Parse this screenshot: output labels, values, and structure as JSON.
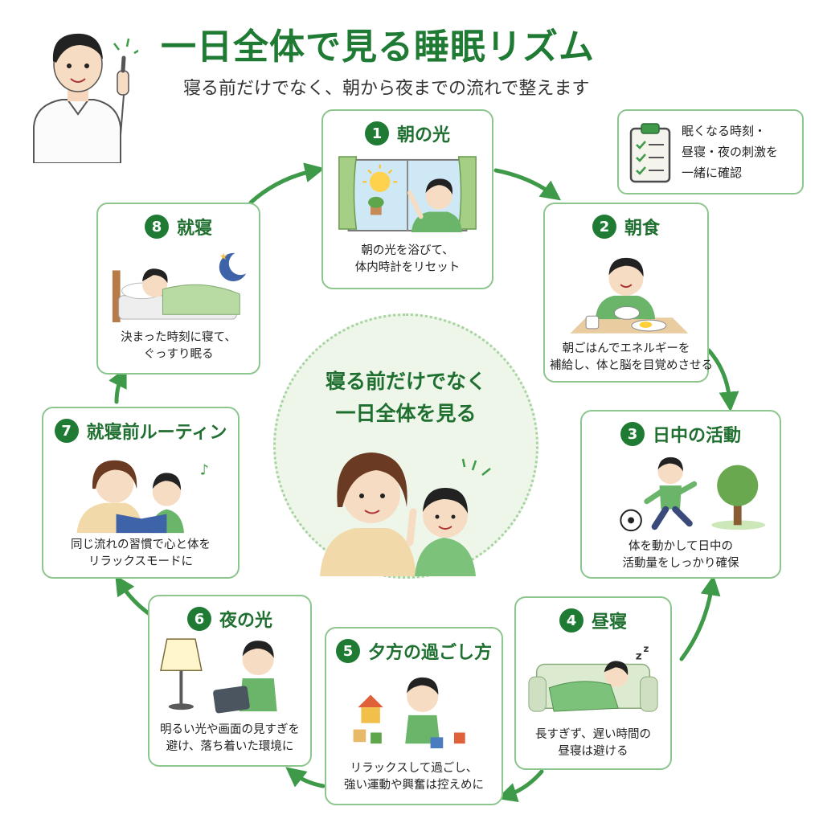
{
  "header": {
    "title": "一日全体で見る睡眠リズム",
    "subtitle": "寝る前だけでなく、朝から夜までの流れで整えます"
  },
  "note": {
    "lines": [
      "眠くなる時刻・",
      "昼寝・夜の刺激を",
      "一緒に確認"
    ],
    "icon": "clipboard-check-icon"
  },
  "center": {
    "lines": [
      "寝る前だけでなく",
      "一日全体を見る"
    ]
  },
  "steps": [
    {
      "num": "1",
      "title": "朝の光",
      "desc": [
        "朝の光を浴びて、",
        "体内時計をリセット"
      ]
    },
    {
      "num": "2",
      "title": "朝食",
      "desc": [
        "朝ごはんでエネルギーを",
        "補給し、体と脳を目覚めさせる"
      ]
    },
    {
      "num": "3",
      "title": "日中の活動",
      "desc": [
        "体を動かして日中の",
        "活動量をしっかり確保"
      ]
    },
    {
      "num": "4",
      "title": "昼寝",
      "desc": [
        "長すぎず、遅い時間の",
        "昼寝は避ける"
      ]
    },
    {
      "num": "5",
      "title": "夕方の過ごし方",
      "desc": [
        "リラックスして過ごし、",
        "強い運動や興奮は控えめに"
      ]
    },
    {
      "num": "6",
      "title": "夜の光",
      "desc": [
        "明るい光や画面の見すぎを",
        "避け、落ち着いた環境に"
      ]
    },
    {
      "num": "7",
      "title": "就寝前ルーティン",
      "desc": [
        "同じ流れの習慣で心と体を",
        "リラックスモードに"
      ]
    },
    {
      "num": "8",
      "title": "就寝",
      "desc": [
        "決まった時刻に寝て、",
        "ぐっすり眠る"
      ]
    }
  ],
  "colors": {
    "primary_green": "#1f7a34",
    "light_green": "#8cc68e",
    "circle_bg": "#eef6e9",
    "arrow_green": "#3e9a48"
  }
}
